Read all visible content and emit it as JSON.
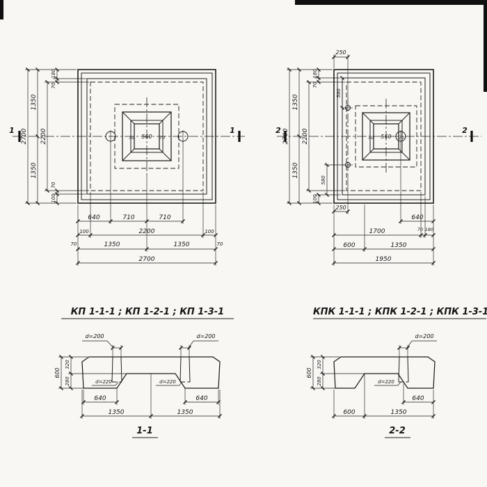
{
  "titles": {
    "kp": "КП 1-1-1 ; КП 1-2-1 ; КП 1-3-1",
    "kpk": "КПК 1-1-1 ; КПК 1-2-1 ; КПК 1-3-1"
  },
  "kp": {
    "m1": "1",
    "m2": "1",
    "c70a": "70",
    "c560": "560",
    "c70b": "70",
    "L2700": "2700",
    "L1350a": "1350",
    "L1350b": "1350",
    "L2200": "2200",
    "L180": "180",
    "L70a": "70",
    "L70b": "70",
    "L100": "100",
    "B640": "640",
    "B710a": "710",
    "B710b": "710",
    "B100a": "100",
    "B2200": "2200",
    "B100b": "100",
    "B70a": "70",
    "B1350a": "1350",
    "B1350b": "1350",
    "B70b": "70",
    "B2700": "2700"
  },
  "kpk": {
    "m1": "2",
    "m2": "2",
    "T250": "250",
    "c70a": "70",
    "c560": "560",
    "c70b": "70",
    "L2700": "2700",
    "L1350a": "1350",
    "L1350b": "1350",
    "L2200": "2200",
    "L180": "180",
    "L70": "70",
    "L580a": "580",
    "L580b": "580",
    "L100": "100",
    "L250": "250",
    "B640": "640",
    "B1700": "1700",
    "B70": "70",
    "B180": "180",
    "B600": "600",
    "B1350": "1350",
    "B1950": "1950"
  },
  "s1": {
    "label": "1-1",
    "d200a": "d=200",
    "d200b": "d=200",
    "d220a": "d=220",
    "d220b": "d=220",
    "v600": "600",
    "v320": "320",
    "v280": "280",
    "b640a": "640",
    "b640b": "640",
    "b1350a": "1350",
    "b1350b": "1350"
  },
  "s2": {
    "label": "2-2",
    "d200": "d=200",
    "d220": "d=220",
    "v600": "600",
    "v320": "320",
    "v280": "280",
    "b640": "640",
    "b600": "600",
    "b1350": "1350"
  }
}
